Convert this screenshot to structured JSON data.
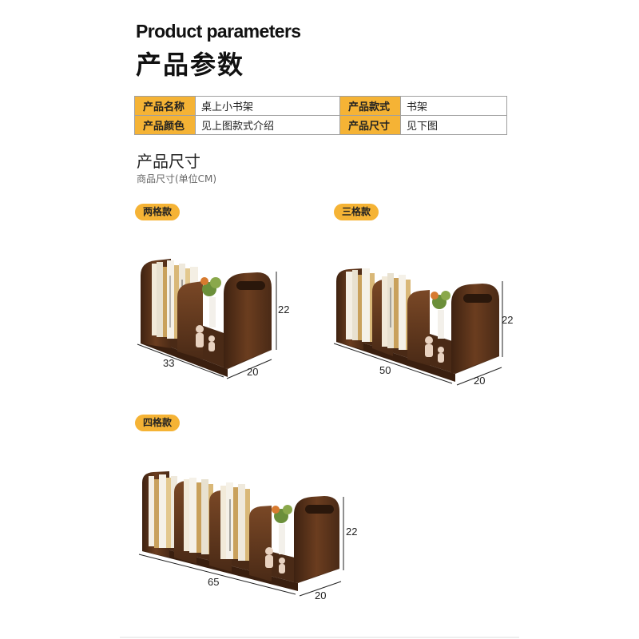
{
  "header": {
    "title_en": "Product parameters",
    "title_cn": "产品参数"
  },
  "params": [
    [
      {
        "label": "产品名称",
        "value": "桌上小书架"
      },
      {
        "label": "产品款式",
        "value": "书架"
      }
    ],
    [
      {
        "label": "产品颜色",
        "value": "见上图款式介绍"
      },
      {
        "label": "产品尺寸",
        "value": "见下图"
      }
    ]
  ],
  "size_section": {
    "title": "产品尺寸",
    "subtitle": "商品尺寸(单位CM)"
  },
  "variants": [
    {
      "name": "两格款",
      "length": "33",
      "depth": "20",
      "height": "22"
    },
    {
      "name": "三格款",
      "length": "50",
      "depth": "20",
      "height": "22"
    },
    {
      "name": "四格款",
      "length": "65",
      "depth": "20",
      "height": "22"
    }
  ],
  "colors": {
    "accent": "#f5b335",
    "wood_dark": "#4a2a16",
    "wood_mid": "#6b3d1f",
    "wood_light": "#8a5a33"
  }
}
